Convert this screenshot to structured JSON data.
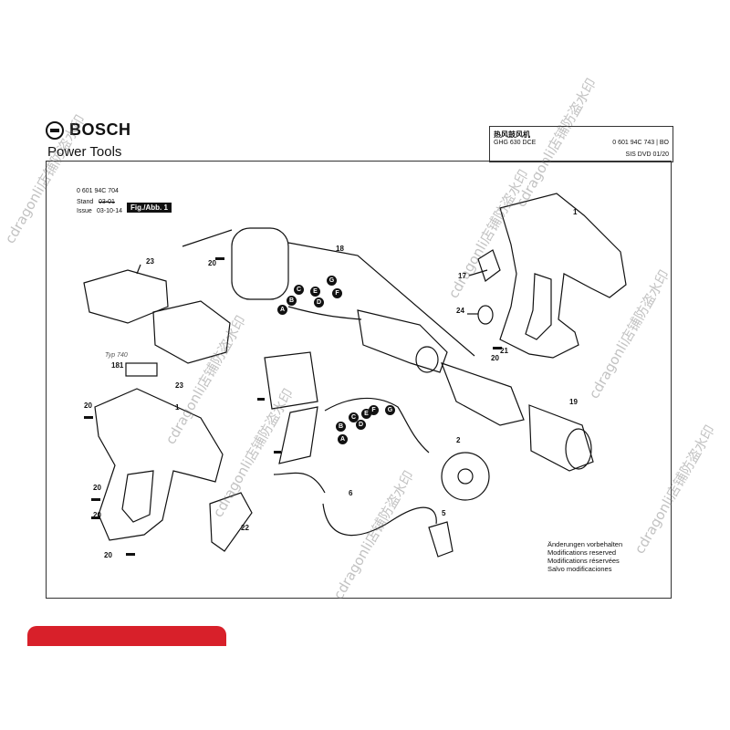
{
  "header": {
    "brand": "BOSCH",
    "subtitle": "Power Tools"
  },
  "info_box": {
    "title": "热风鼓风机",
    "model": "GHG 630 DCE",
    "doc_number": "0 601 94C 743 | BO",
    "sis": "SIS DVD 01/20"
  },
  "meta": {
    "product_number": "0 601 94C 704",
    "stand_label": "Stand",
    "stand_value": "03-01",
    "issue_label": "Issue",
    "issue_value": "03-10-14",
    "figure_tag": "Fig./Abb. 1",
    "typ_note": "Typ 740"
  },
  "callouts": [
    "1",
    "1",
    "2",
    "5",
    "6",
    "17",
    "18",
    "19",
    "20",
    "20",
    "20",
    "20",
    "20",
    "20",
    "21",
    "22",
    "23",
    "23",
    "24",
    "181"
  ],
  "wire_labels_upper": [
    "A",
    "B",
    "C",
    "D",
    "E",
    "F",
    "G"
  ],
  "wire_labels_lower": [
    "A",
    "B",
    "C",
    "D",
    "E",
    "F",
    "G"
  ],
  "notice": [
    "Änderungen vorbehalten",
    "Modifications reserved",
    "Modifications réservées",
    "Salvo modificaciones"
  ],
  "watermark": "cdragonli店铺防盗水印",
  "colors": {
    "accent_bar": "#d8202a",
    "line": "#111111"
  }
}
